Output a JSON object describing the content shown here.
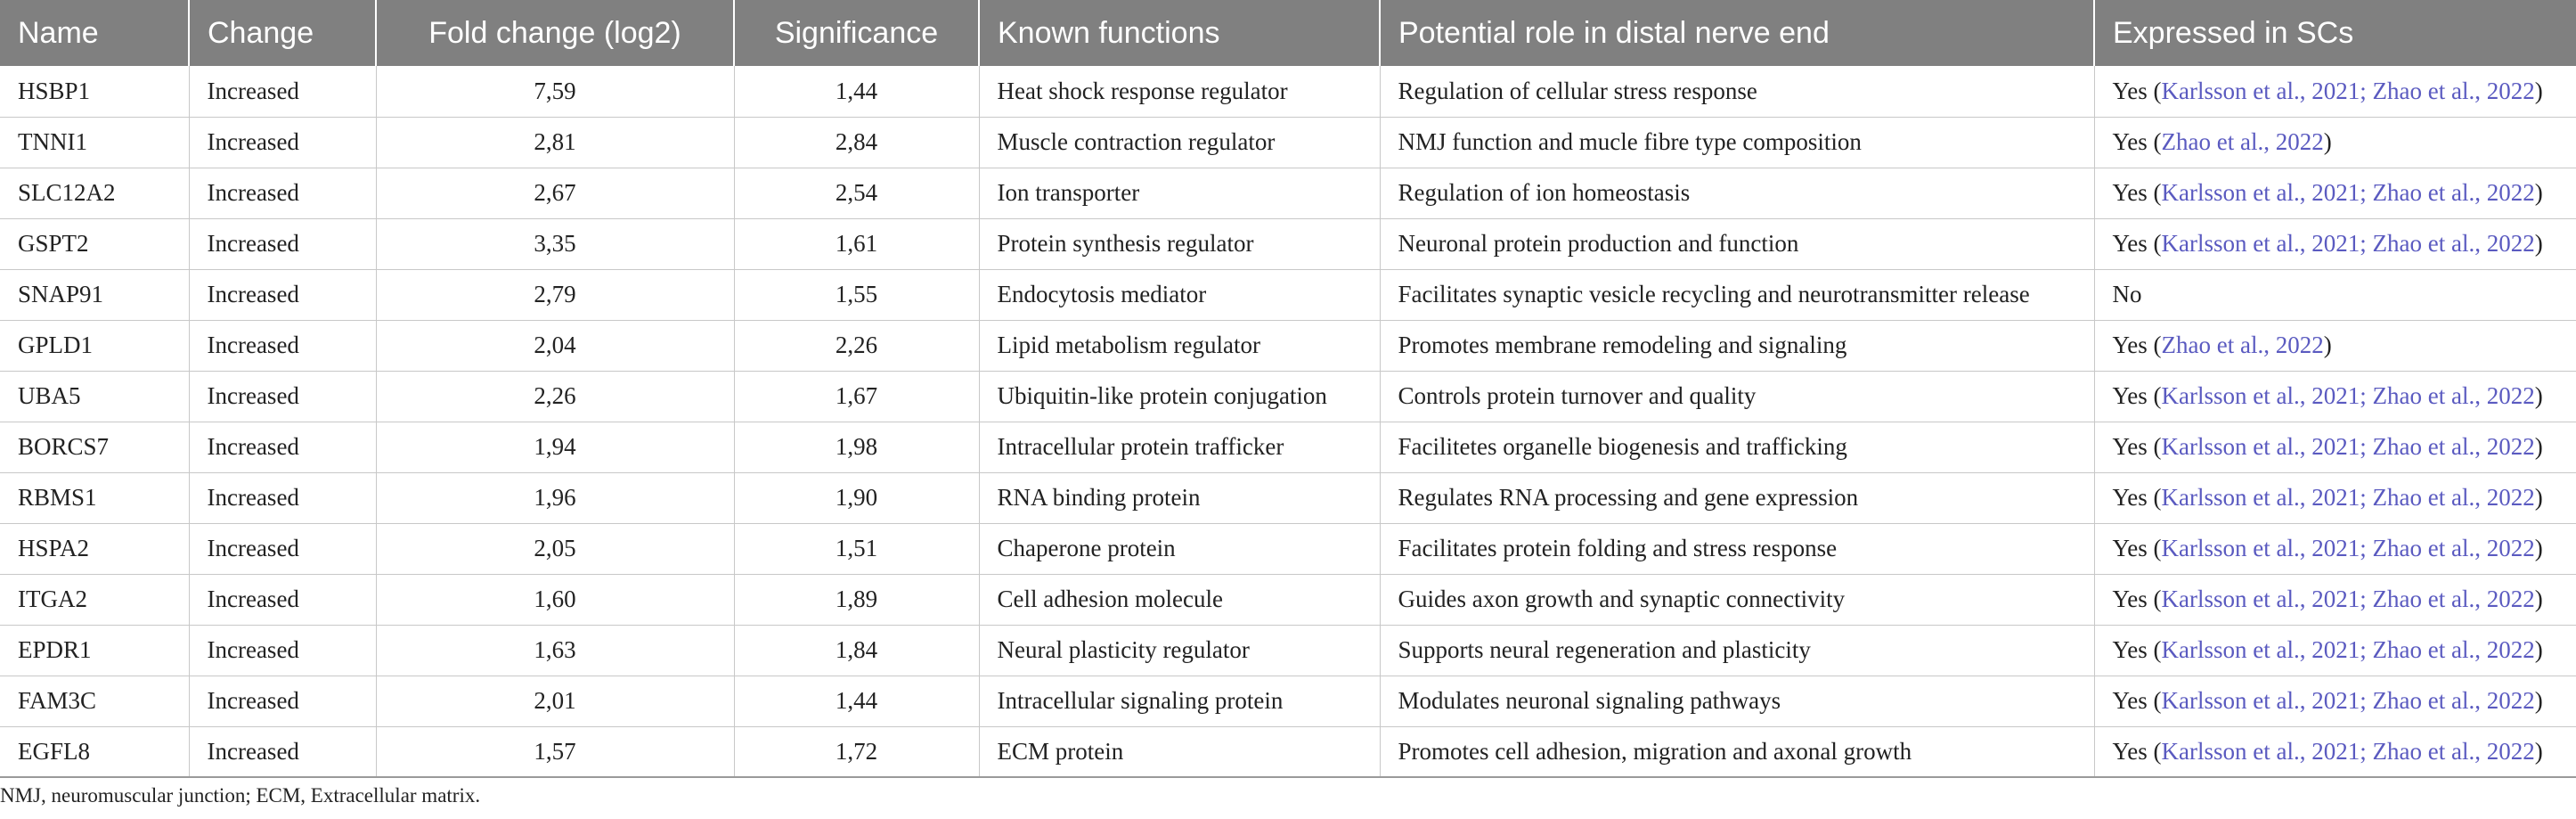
{
  "table": {
    "headers": [
      "Name",
      "Change",
      "Fold change (log2)",
      "Significance",
      "Known functions",
      "Potential role in distal nerve end",
      "Expressed in SCs"
    ],
    "rows": [
      {
        "name": "HSBP1",
        "change": "Increased",
        "fold": "7,59",
        "sig": "1,44",
        "known": "Heat shock response regulator",
        "role": "Regulation of cellular stress response",
        "expr_prefix": "Yes (",
        "expr_refs": "Karlsson et al., 2021; Zhao et al., 2022",
        "expr_suffix": ")"
      },
      {
        "name": "TNNI1",
        "change": "Increased",
        "fold": "2,81",
        "sig": "2,84",
        "known": "Muscle contraction regulator",
        "role": "NMJ function and mucle fibre type composition",
        "expr_prefix": "Yes (",
        "expr_refs": "Zhao et al., 2022",
        "expr_suffix": ")"
      },
      {
        "name": "SLC12A2",
        "change": "Increased",
        "fold": "2,67",
        "sig": "2,54",
        "known": "Ion transporter",
        "role": "Regulation of ion homeostasis",
        "expr_prefix": "Yes (",
        "expr_refs": "Karlsson et al., 2021; Zhao et al., 2022",
        "expr_suffix": ")"
      },
      {
        "name": "GSPT2",
        "change": "Increased",
        "fold": "3,35",
        "sig": "1,61",
        "known": "Protein synthesis regulator",
        "role": "Neuronal protein production and function",
        "expr_prefix": "Yes (",
        "expr_refs": "Karlsson et al., 2021; Zhao et al., 2022",
        "expr_suffix": ")"
      },
      {
        "name": "SNAP91",
        "change": "Increased",
        "fold": "2,79",
        "sig": "1,55",
        "known": "Endocytosis mediator",
        "role": "Facilitates synaptic vesicle recycling and neurotransmitter release",
        "expr_prefix": "No",
        "expr_refs": "",
        "expr_suffix": ""
      },
      {
        "name": "GPLD1",
        "change": "Increased",
        "fold": "2,04",
        "sig": "2,26",
        "known": "Lipid metabolism regulator",
        "role": "Promotes membrane remodeling and signaling",
        "expr_prefix": "Yes (",
        "expr_refs": "Zhao et al., 2022",
        "expr_suffix": ")"
      },
      {
        "name": "UBA5",
        "change": "Increased",
        "fold": "2,26",
        "sig": "1,67",
        "known": "Ubiquitin-like protein conjugation",
        "role": "Controls protein turnover and quality",
        "expr_prefix": "Yes (",
        "expr_refs": "Karlsson et al., 2021; Zhao et al., 2022",
        "expr_suffix": ")"
      },
      {
        "name": "BORCS7",
        "change": "Increased",
        "fold": "1,94",
        "sig": "1,98",
        "known": "Intracellular protein trafficker",
        "role": "Facilitetes organelle biogenesis and trafficking",
        "expr_prefix": "Yes (",
        "expr_refs": "Karlsson et al., 2021; Zhao et al., 2022",
        "expr_suffix": ")"
      },
      {
        "name": "RBMS1",
        "change": "Increased",
        "fold": "1,96",
        "sig": "1,90",
        "known": "RNA binding protein",
        "role": "Regulates RNA processing and gene expression",
        "expr_prefix": "Yes (",
        "expr_refs": "Karlsson et al., 2021; Zhao et al., 2022",
        "expr_suffix": ")"
      },
      {
        "name": "HSPA2",
        "change": "Increased",
        "fold": "2,05",
        "sig": "1,51",
        "known": "Chaperone protein",
        "role": "Facilitates protein folding and stress response",
        "expr_prefix": "Yes (",
        "expr_refs": "Karlsson et al., 2021; Zhao et al., 2022",
        "expr_suffix": ")"
      },
      {
        "name": "ITGA2",
        "change": "Increased",
        "fold": "1,60",
        "sig": "1,89",
        "known": "Cell adhesion molecule",
        "role": "Guides axon growth and synaptic connectivity",
        "expr_prefix": "Yes (",
        "expr_refs": "Karlsson et al., 2021; Zhao et al., 2022",
        "expr_suffix": ")"
      },
      {
        "name": "EPDR1",
        "change": "Increased",
        "fold": "1,63",
        "sig": "1,84",
        "known": "Neural plasticity regulator",
        "role": "Supports neural regeneration and plasticity",
        "expr_prefix": "Yes (",
        "expr_refs": "Karlsson et al., 2021; Zhao et al., 2022",
        "expr_suffix": ")"
      },
      {
        "name": "FAM3C",
        "change": "Increased",
        "fold": "2,01",
        "sig": "1,44",
        "known": "Intracellular signaling protein",
        "role": "Modulates neuronal signaling pathways",
        "expr_prefix": "Yes (",
        "expr_refs": "Karlsson et al., 2021; Zhao et al., 2022",
        "expr_suffix": ")"
      },
      {
        "name": "EGFL8",
        "change": "Increased",
        "fold": "1,57",
        "sig": "1,72",
        "known": "ECM protein",
        "role": "Promotes cell adhesion, migration and axonal growth",
        "expr_prefix": "Yes (",
        "expr_refs": "Karlsson et al., 2021; Zhao et al., 2022",
        "expr_suffix": ")"
      }
    ]
  },
  "footnote": "NMJ, neuromuscular junction; ECM, Extracellular matrix.",
  "colors": {
    "header_bg": "#808080",
    "header_text": "#ffffff",
    "ref_link": "#5a5ac0",
    "grid": "#c8c8c8"
  }
}
